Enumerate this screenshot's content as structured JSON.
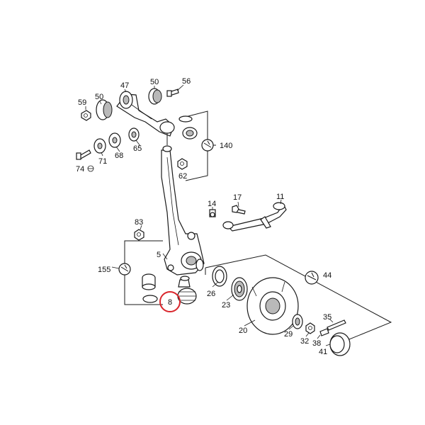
{
  "highlight_color": "#d9262c",
  "highlighted_label": "8",
  "callouts": {
    "p59": "59",
    "p50a": "50",
    "p47": "47",
    "p50b": "50",
    "p56": "56",
    "p140": "140",
    "p65": "65",
    "p68": "68",
    "p71": "71",
    "p74": "74",
    "p62": "62",
    "p17": "17",
    "p11": "11",
    "p14": "14",
    "p83": "83",
    "p5": "5",
    "p155": "155",
    "p8": "8",
    "p26": "26",
    "p23": "23",
    "p44": "44",
    "p35": "35",
    "p20": "20",
    "p29": "29",
    "p32": "32",
    "p38": "38",
    "p41": "41"
  },
  "icons": [
    "wrench-icon",
    "wrench-icon",
    "wrench-icon",
    "clip-icon"
  ]
}
